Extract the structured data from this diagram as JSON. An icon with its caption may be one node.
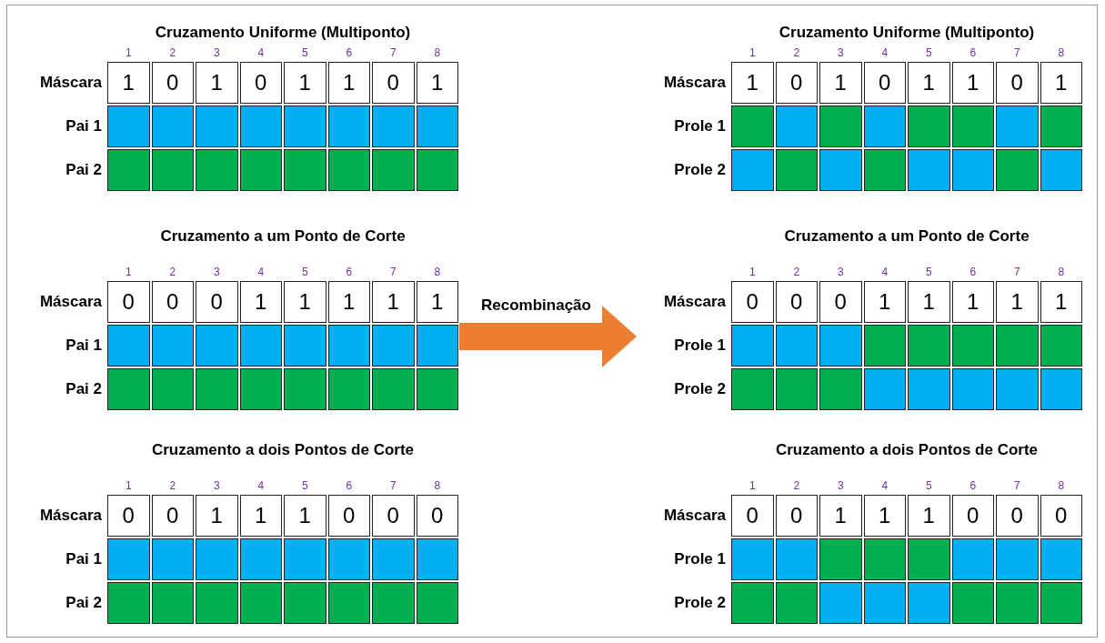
{
  "diagram": {
    "nodes": [
      {
        "text": [
          "Cruzamento Uniforme (Multiponto)"
        ]
      },
      {
        "text": [
          "1"
        ],
        "in": 0
      },
      {
        "text": [
          "0"
        ],
        "in": 0
      },
      {
        "text": [
          "1"
        ],
        "in": 0
      },
      {
        "text": [
          "0"
        ],
        "in": 0
      },
      {
        "text": [
          "1"
        ],
        "in": 0
      },
      {
        "text": [
          "1"
        ],
        "in": 0
      },
      {
        "text": [
          "0"
        ],
        "in": 0
      },
      {
        "text": [
          "1"
        ],
        "in": 0
      },
      {
        "text": [],
        "shape": "box",
        "in": 0
      },
      {
        "text": [],
        "shape": "box",
        "in": 0
      },
      {
        "text": [],
        "shape": "box",
        "in": 0
      },
      {
        "text": [],
        "shape": "box",
        "in": 0
      },
      {
        "text": [],
        "shape": "box",
        "in": 0
      },
      {
        "text": [],
        "shape": "box",
        "in": 0
      },
      {
        "text": [],
        "shape": "box",
        "in": 0
      },
      {
        "text": [],
        "shape": "box",
        "in": 0
      },
      {
        "text": [],
        "shape": "box",
        "in": 0
      },
      {
        "text": [],
        "shape": "box",
        "in": 0
      },
      {
        "text": [],
        "shape": "box",
        "in": 0
      },
      {
        "text": [],
        "shape": "box",
        "in": 0
      },
      {
        "text": [],
        "shape": "box",
        "in": 0
      },
      {
        "text": [],
        "shape": "box",
        "in": 0
      },
      {
        "text": [],
        "shape": "box",
        "in": 0
      },
      {
        "text": [],
        "shape": "box",
        "in": 0
      },
      {
        "text": [
          "Cruzamento Uniforme (Multiponto)"
        ]
      },
      {
        "text": [
          "1"
        ],
        "in": 25
      },
      {
        "text": [
          "0"
        ],
        "in": 25
      },
      {
        "text": [
          "1"
        ],
        "in": 25
      },
      {
        "text": [
          "0"
        ],
        "in": 25
      },
      {
        "text": [
          "1"
        ],
        "in": 25
      },
      {
        "text": [
          "1"
        ],
        "in": 25
      },
      {
        "text": [
          "0"
        ],
        "in": 25
      },
      {
        "text": [
          "1"
        ],
        "in": 25
      },
      {
        "text": [],
        "shape": "box",
        "in": 25
      },
      {
        "text": [],
        "shape": "box",
        "in": 25
      },
      {
        "text": [],
        "shape": "box",
        "in": 25
      },
      {
        "text": [],
        "shape": "box",
        "in": 25
      },
      {
        "text": [],
        "shape": "box",
        "in": 25
      },
      {
        "text": [],
        "shape": "box",
        "in": 25
      },
      {
        "text": [],
        "shape": "box",
        "in": 25
      },
      {
        "text": [],
        "shape": "box",
        "in": 25
      },
      {
        "text": [],
        "shape": "box",
        "in": 25
      },
      {
        "text": [],
        "shape": "box",
        "in": 25
      },
      {
        "text": [],
        "shape": "box",
        "in": 25
      },
      {
        "text": [],
        "shape": "box",
        "in": 25
      },
      {
        "text": [],
        "shape": "box",
        "in": 25
      },
      {
        "text": [],
        "shape": "box",
        "in": 25
      },
      {
        "text": [],
        "shape": "box",
        "in": 25
      },
      {
        "text": [],
        "shape": "box",
        "in": 25
      },
      {
        "text": [
          "Cruzamento a um Ponto de Corte"
        ]
      },
      {
        "text": [
          "0"
        ],
        "in": 50
      },
      {
        "text": [
          "0"
        ],
        "in": 50
      },
      {
        "text": [
          "0"
        ],
        "in": 50
      },
      {
        "text": [
          "1"
        ],
        "in": 50
      },
      {
        "text": [
          "1"
        ],
        "in": 50
      },
      {
        "text": [
          "1"
        ],
        "in": 50
      },
      {
        "text": [
          "1"
        ],
        "in": 50
      },
      {
        "text": [
          "1"
        ],
        "in": 50
      },
      {
        "text": [],
        "shape": "box",
        "in": 50
      },
      {
        "text": [],
        "shape": "box",
        "in": 50
      },
      {
        "text": [],
        "shape": "box",
        "in": 50
      },
      {
        "text": [],
        "shape": "box",
        "in": 50
      },
      {
        "text": [],
        "shape": "box",
        "in": 50
      },
      {
        "text": [],
        "shape": "box",
        "in": 50
      },
      {
        "text": [],
        "shape": "box",
        "in": 50
      },
      {
        "text": [],
        "shape": "box",
        "in": 50
      },
      {
        "text": [],
        "shape": "box",
        "in": 50
      },
      {
        "text": [],
        "shape": "box",
        "in": 50
      },
      {
        "text": [],
        "shape": "box",
        "in": 50
      },
      {
        "text": [],
        "shape": "box",
        "in": 50
      },
      {
        "text": [],
        "shape": "box",
        "in": 50
      },
      {
        "text": [],
        "shape": "box",
        "in": 50
      },
      {
        "text": [],
        "shape": "box",
        "in": 50
      },
      {
        "text": [],
        "shape": "box",
        "in": 50
      },
      {
        "text": [
          "Cruzamento a um Ponto de Corte"
        ]
      },
      {
        "text": [
          "0"
        ],
        "in": 75
      },
      {
        "text": [
          "0"
        ],
        "in": 75
      },
      {
        "text": [
          "0"
        ],
        "in": 75
      },
      {
        "text": [
          "1"
        ],
        "in": 75
      },
      {
        "text": [
          "1"
        ],
        "in": 75
      },
      {
        "text": [
          "1"
        ],
        "in": 75
      },
      {
        "text": [
          "1"
        ],
        "in": 75
      },
      {
        "text": [
          "1"
        ],
        "in": 75
      },
      {
        "text": [],
        "shape": "box",
        "in": 75
      },
      {
        "text": [],
        "shape": "box",
        "in": 75
      },
      {
        "text": [],
        "shape": "box",
        "in": 75
      },
      {
        "text": [],
        "shape": "box",
        "in": 75
      },
      {
        "text": [],
        "shape": "box",
        "in": 75
      },
      {
        "text": [],
        "shape": "box",
        "in": 75
      },
      {
        "text": [],
        "shape": "box",
        "in": 75
      },
      {
        "text": [],
        "shape": "box",
        "in": 75
      },
      {
        "text": [],
        "shape": "box",
        "in": 75
      },
      {
        "text": [],
        "shape": "box",
        "in": 75
      },
      {
        "text": [],
        "shape": "box",
        "in": 75
      },
      {
        "text": [],
        "shape": "box",
        "in": 75
      },
      {
        "text": [],
        "shape": "box",
        "in": 75
      },
      {
        "text": [],
        "shape": "box",
        "in": 75
      },
      {
        "text": [],
        "shape": "box",
        "in": 75
      },
      {
        "text": [],
        "shape": "box",
        "in": 75
      },
      {
        "text": [
          "Cruzamento a dois Pontos de Corte"
        ]
      },
      {
        "text": [
          "0"
        ],
        "in": 100
      },
      {
        "text": [
          "0"
        ],
        "in": 100
      },
      {
        "text": [
          "1"
        ],
        "in": 100
      },
      {
        "text": [
          "1"
        ],
        "in": 100
      },
      {
        "text": [
          "1"
        ],
        "in": 100
      },
      {
        "text": [
          "0"
        ],
        "in": 100
      },
      {
        "text": [
          "0"
        ],
        "in": 100
      },
      {
        "text": [
          "0"
        ],
        "in": 100
      },
      {
        "text": [],
        "shape": "box",
        "in": 100
      },
      {
        "text": [],
        "shape": "box",
        "in": 100
      },
      {
        "text": [],
        "shape": "box",
        "in": 100
      },
      {
        "text": [],
        "shape": "box",
        "in": 100
      },
      {
        "text": [],
        "shape": "box",
        "in": 100
      },
      {
        "text": [],
        "shape": "box",
        "in": 100
      },
      {
        "text": [],
        "shape": "box",
        "in": 100
      },
      {
        "text": [],
        "shape": "box",
        "in": 100
      },
      {
        "text": [],
        "shape": "box",
        "in": 100
      },
      {
        "text": [],
        "shape": "box",
        "in": 100
      },
      {
        "text": [],
        "shape": "box",
        "in": 100
      },
      {
        "text": [],
        "shape": "box",
        "in": 100
      },
      {
        "text": [],
        "shape": "box",
        "in": 100
      },
      {
        "text": [],
        "shape": "box",
        "in": 100
      },
      {
        "text": [],
        "shape": "box",
        "in": 100
      },
      {
        "text": [],
        "shape": "box",
        "in": 100
      },
      {
        "text": [
          "Cruzamento a dois Pontos de Corte"
        ]
      },
      {
        "text": [
          "0"
        ],
        "in": 125
      },
      {
        "text": [
          "0"
        ],
        "in": 125
      },
      {
        "text": [
          "1"
        ],
        "in": 125
      },
      {
        "text": [
          "1"
        ],
        "in": 125
      },
      {
        "text": [
          "1"
        ],
        "in": 125
      },
      {
        "text": [
          "0"
        ],
        "in": 125
      },
      {
        "text": [
          "0"
        ],
        "in": 125
      },
      {
        "text": [
          "0"
        ],
        "in": 125
      },
      {
        "text": [],
        "shape": "box",
        "in": 125
      },
      {
        "text": [],
        "shape": "box",
        "in": 125
      },
      {
        "text": [],
        "shape": "box",
        "in": 125
      },
      {
        "text": [],
        "shape": "box",
        "in": 125
      },
      {
        "text": [],
        "shape": "box",
        "in": 125
      },
      {
        "text": [],
        "shape": "box",
        "in": 125
      },
      {
        "text": [],
        "shape": "box",
        "in": 125
      },
      {
        "text": [],
        "shape": "box",
        "in": 125
      },
      {
        "text": [],
        "shape": "box",
        "in": 125
      },
      {
        "text": [],
        "shape": "box",
        "in": 125
      },
      {
        "text": [],
        "shape": "box",
        "in": 125
      },
      {
        "text": [],
        "shape": "box",
        "in": 125
      },
      {
        "text": [],
        "shape": "box",
        "in": 125
      },
      {
        "text": [],
        "shape": "box",
        "in": 125
      },
      {
        "text": [],
        "shape": "box",
        "in": 125
      },
      {
        "text": [],
        "shape": "box",
        "in": 125
      }
    ],
    "edges": [
      {
        "from": 50,
        "to": 75,
        "label": "Recombinação",
        "arrow": "to",
        "color": "#ed7d31"
      }
    ],
    "labels": [
      "1",
      "2",
      "3",
      "4",
      "5",
      "6",
      "7",
      "8",
      "Máscara",
      "Pai 1",
      "Pai 2",
      "1",
      "2",
      "3",
      "4",
      "5",
      "6",
      "7",
      "8",
      "Máscara",
      "Prole 1",
      "Prole 2",
      "1",
      "2",
      "3",
      "4",
      "5",
      "6",
      "7",
      "8",
      "Máscara",
      "Pai 1",
      "Pai 2",
      "1",
      "2",
      "3",
      "4",
      "5",
      "6",
      "7",
      "8",
      "Máscara",
      "Prole 1",
      "Prole 2",
      "1",
      "2",
      "3",
      "4",
      "5",
      "6",
      "7",
      "8",
      "Máscara",
      "Pai 1",
      "Pai 2",
      "1",
      "2",
      "3",
      "4",
      "5",
      "6",
      "7",
      "8",
      "Máscara",
      "Prole 1",
      "Prole 2"
    ]
  }
}
